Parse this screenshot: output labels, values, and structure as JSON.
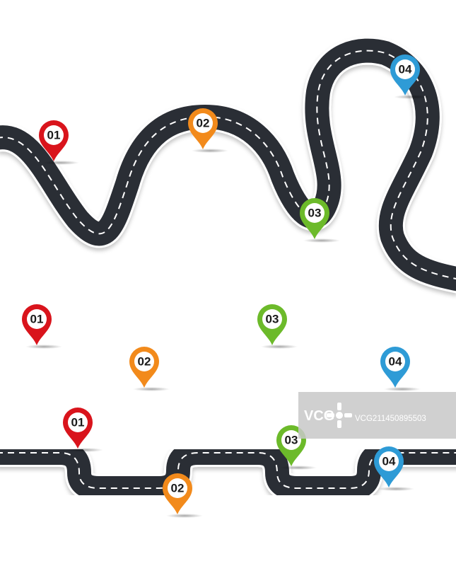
{
  "colors": {
    "road": "#2b2d35",
    "road_edge": "#ffffff",
    "lane": "#ffffff",
    "pin_red": "#d9141c",
    "pin_orange": "#f28a1b",
    "pin_green": "#6cba2a",
    "pin_blue": "#2e9bd6",
    "watermark_bg": "#c8c8c8"
  },
  "roads": [
    {
      "name": "curvy-road",
      "pins": [
        {
          "label": "01",
          "color": "pin_red"
        },
        {
          "label": "02",
          "color": "pin_orange"
        },
        {
          "label": "03",
          "color": "pin_green"
        },
        {
          "label": "04",
          "color": "pin_blue"
        }
      ]
    },
    {
      "name": "straight-road",
      "pins": [
        {
          "label": "01",
          "color": "pin_red"
        },
        {
          "label": "02",
          "color": "pin_orange"
        },
        {
          "label": "03",
          "color": "pin_green"
        },
        {
          "label": "04",
          "color": "pin_blue"
        }
      ]
    },
    {
      "name": "stepped-road",
      "pins": [
        {
          "label": "01",
          "color": "pin_red"
        },
        {
          "label": "02",
          "color": "pin_orange"
        },
        {
          "label": "03",
          "color": "pin_green"
        },
        {
          "label": "04",
          "color": "pin_blue"
        }
      ]
    }
  ],
  "watermark": {
    "brand": "VCG",
    "id": "VCG211450895503"
  }
}
